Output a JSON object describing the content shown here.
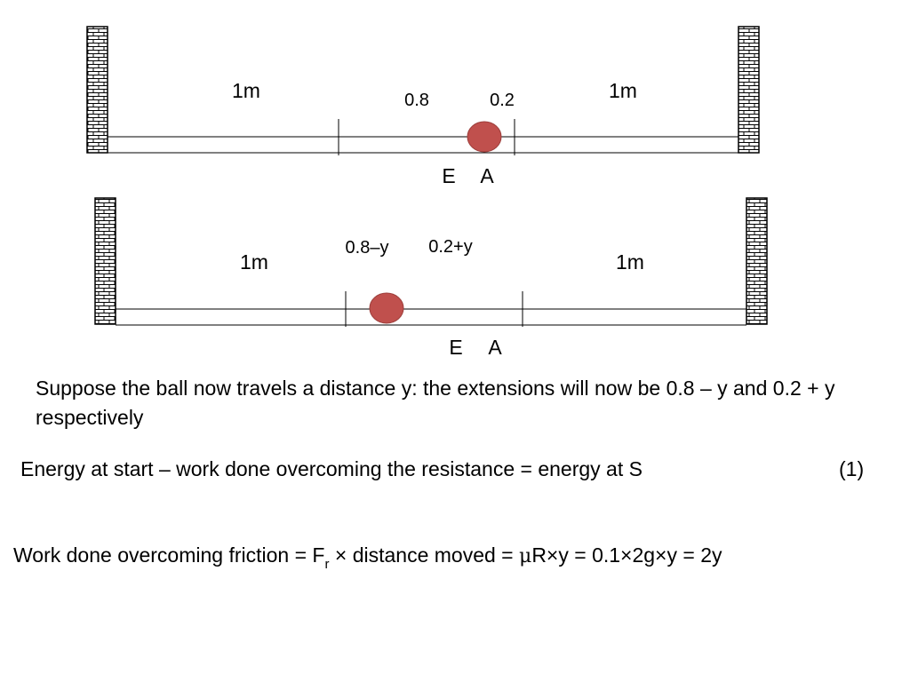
{
  "colors": {
    "ball": "#c0504d",
    "wall": "#ffffff",
    "line": "#000000"
  },
  "diagram_top": {
    "label_left_length": "1m",
    "label_right_length": "1m",
    "label_ext_left": "0.8",
    "label_ext_right": "0.2",
    "label_E": "E",
    "label_A": "A"
  },
  "diagram_bottom": {
    "label_left_length": "1m",
    "label_right_length": "1m",
    "label_ext_left": "0.8–y",
    "label_ext_right": "0.2+y",
    "label_E": "E",
    "label_A": "A"
  },
  "text": {
    "paragraph": "Suppose the ball now travels a distance y: the extensions will now be 0.8 – y and 0.2 + y respectively",
    "energy_equation": "Energy at start – work done overcoming the resistance = energy at S",
    "equation_number": "(1)",
    "work_part1": "Work done overcoming friction  = F",
    "work_subscript": "r",
    "work_part2": " × distance moved = ",
    "work_mu": "μ",
    "work_part3": "R×y = 0.1×2g×y = 2y"
  }
}
